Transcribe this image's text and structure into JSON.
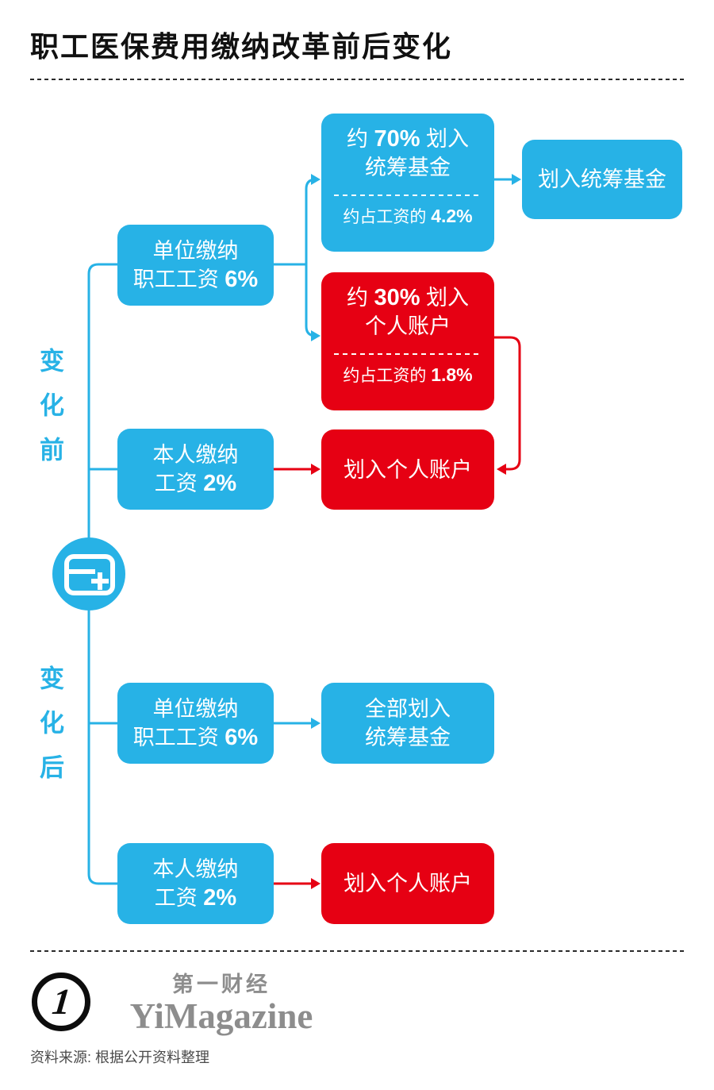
{
  "title": "职工医保费用缴纳改革前后变化",
  "before": {
    "label": "变化前",
    "unit_box": {
      "line1": "单位缴纳",
      "line2_text": "职工工资 ",
      "line2_value": "6%"
    },
    "self_box": {
      "line1": "本人缴纳",
      "line2_text": "工资 ",
      "line2_value": "2%"
    },
    "split_pool": {
      "l1_pre": "约 ",
      "l1_value": "70%",
      "l1_post": " 划入",
      "l2": "统筹基金",
      "sub_text": "约占工资的 ",
      "sub_value": "4.2%"
    },
    "split_personal": {
      "l1_pre": "约 ",
      "l1_value": "30%",
      "l1_post": " 划入",
      "l2": "个人账户",
      "sub_text": "约占工资的 ",
      "sub_value": "1.8%"
    },
    "pool_result": "划入统筹基金",
    "personal_result": "划入个人账户"
  },
  "after": {
    "label": "变化后",
    "unit_box": {
      "line1": "单位缴纳",
      "line2_text": "职工工资 ",
      "line2_value": "6%"
    },
    "self_box": {
      "line1": "本人缴纳",
      "line2_text": "工资 ",
      "line2_value": "2%"
    },
    "pool_result": {
      "line1": "全部划入",
      "line2": "统筹基金"
    },
    "personal_result": "划入个人账户"
  },
  "footer": {
    "logo_glyph": "1",
    "brand_cn": "第一财经",
    "brand_en": "YiMagazine",
    "source": "资料来源: 根据公开资料整理"
  },
  "colors": {
    "blue": "#27b2e6",
    "red": "#e60013",
    "title": "#111111",
    "rule": "#2b2b2b",
    "brand_gray": "#8d8d8d",
    "source_gray": "#4a4a4a"
  }
}
